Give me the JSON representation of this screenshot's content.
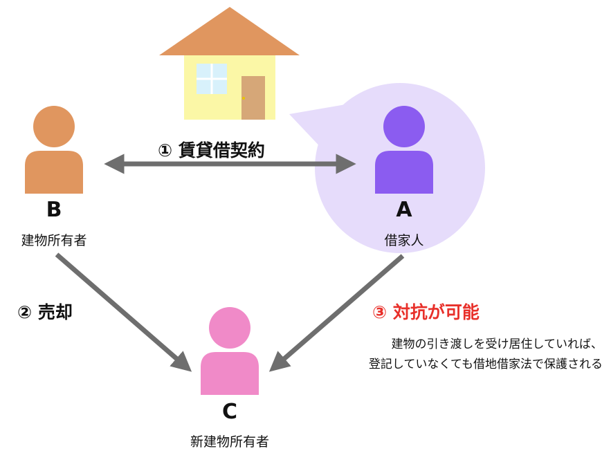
{
  "parties": {
    "b": {
      "letter": "B",
      "role": "建物所有者"
    },
    "a": {
      "letter": "A",
      "role": "借家人"
    },
    "c": {
      "letter": "C",
      "role": "新建物所有者"
    }
  },
  "steps": {
    "lease": "① 賃貸借契約",
    "sale": "② 売却",
    "oppose": "③ 対抗が可能"
  },
  "note": {
    "line1": "建物の引き渡しを受け居住していれば、",
    "line2": "登記していなくても借地借家法で保護される"
  },
  "colors": {
    "person_b": "#e0965f",
    "person_a": "#8b5cf0",
    "person_c": "#f08ac8",
    "bubble": "#e6dcfb",
    "arrow": "#6e6e6e",
    "roof": "#e0965f",
    "house_wall": "#fbf7a6",
    "window": "#d8f1fb",
    "door": "#d6a778",
    "highlight": "#e8302a"
  },
  "icons": {
    "house": "house-icon",
    "person": "person-icon"
  }
}
